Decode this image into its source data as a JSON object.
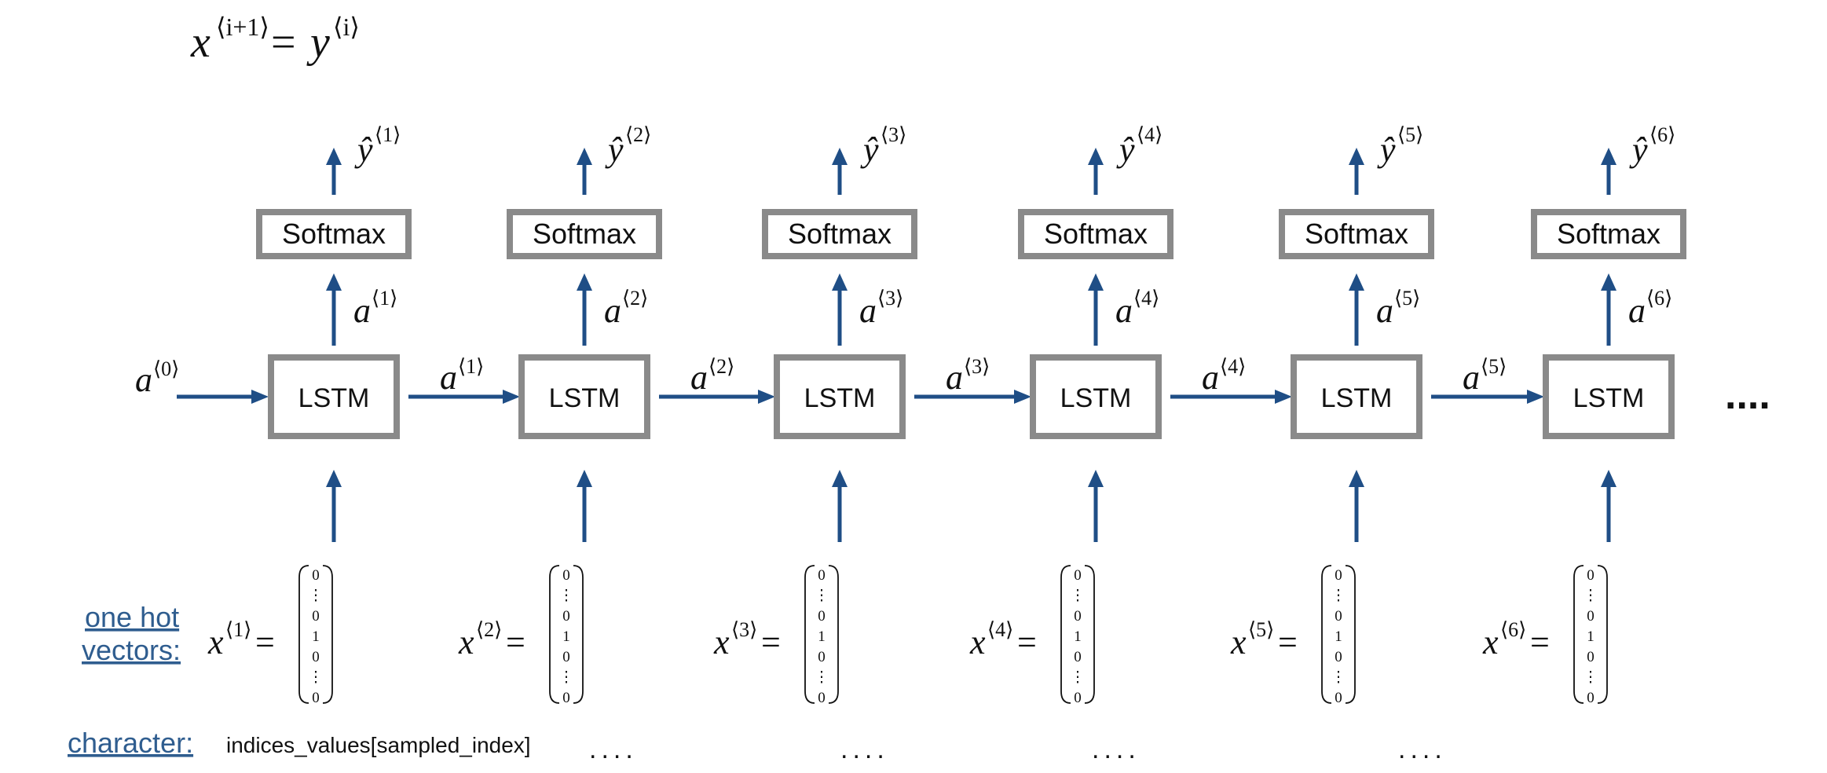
{
  "equation": {
    "lhs_base": "x",
    "lhs_sup": "⟨i+1⟩",
    "eq": "=",
    "rhs_base": "y",
    "rhs_sup": "⟨i⟩"
  },
  "initial_activation": {
    "base": "a",
    "sup": "⟨0⟩"
  },
  "cells": [
    {
      "lstm_label": "LSTM",
      "softmax_label": "Softmax",
      "yhat_base": "ŷ",
      "yhat_sup": "⟨1⟩",
      "a_base": "a",
      "a_sup": "⟨1⟩",
      "x_base": "x",
      "x_sup": "⟨1⟩",
      "char": "indices_values[sampled_index]"
    },
    {
      "lstm_label": "LSTM",
      "softmax_label": "Softmax",
      "yhat_base": "ŷ",
      "yhat_sup": "⟨2⟩",
      "a_base": "a",
      "a_sup": "⟨2⟩",
      "x_base": "x",
      "x_sup": "⟨2⟩",
      "char": "...."
    },
    {
      "lstm_label": "LSTM",
      "softmax_label": "Softmax",
      "yhat_base": "ŷ",
      "yhat_sup": "⟨3⟩",
      "a_base": "a",
      "a_sup": "⟨3⟩",
      "x_base": "x",
      "x_sup": "⟨3⟩",
      "char": "...."
    },
    {
      "lstm_label": "LSTM",
      "softmax_label": "Softmax",
      "yhat_base": "ŷ",
      "yhat_sup": "⟨4⟩",
      "a_base": "a",
      "a_sup": "⟨4⟩",
      "x_base": "x",
      "x_sup": "⟨4⟩",
      "char": "...."
    },
    {
      "lstm_label": "LSTM",
      "softmax_label": "Softmax",
      "yhat_base": "ŷ",
      "yhat_sup": "⟨5⟩",
      "a_base": "a",
      "a_sup": "⟨5⟩",
      "x_base": "x",
      "x_sup": "⟨5⟩",
      "char": "...."
    },
    {
      "lstm_label": "LSTM",
      "softmax_label": "Softmax",
      "yhat_base": "ŷ",
      "yhat_sup": "⟨6⟩",
      "a_base": "a",
      "a_sup": "⟨6⟩",
      "x_base": "x",
      "x_sup": "⟨6⟩",
      "char": ""
    }
  ],
  "ellipsis": "....",
  "vector_entries": [
    "0",
    "⋮",
    "0",
    "1",
    "0",
    "⋮",
    "0"
  ],
  "labels": {
    "one_hot_line1": "one hot",
    "one_hot_line2": "vectors:",
    "character": "character:"
  },
  "colors": {
    "arrow": "#1f4e86",
    "box_border": "#8a8a8a",
    "link": "#2f5d8f"
  }
}
